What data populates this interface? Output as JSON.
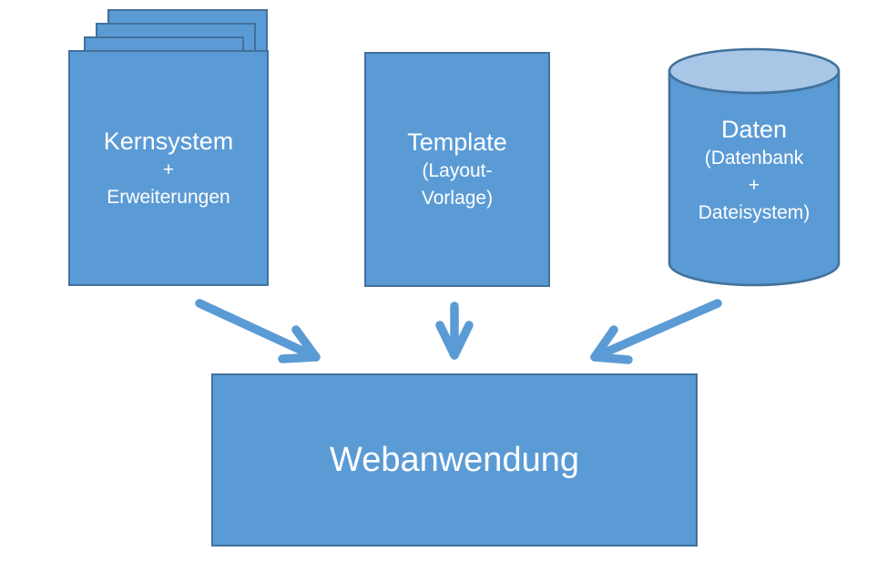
{
  "colors": {
    "shape_fill": "#5b9bd5",
    "shape_border": "#41719c",
    "cylinder_top_fill": "#a8c7e7",
    "arrow": "#5b9bd5",
    "text": "#ffffff",
    "background": "#ffffff"
  },
  "nodes": {
    "kernsystem": {
      "shape": "stacked-documents",
      "title": "Kernsystem",
      "line2": "+",
      "line3": "Erweiterungen"
    },
    "template": {
      "shape": "rectangle",
      "title": "Template",
      "line2": "(Layout-",
      "line3": "Vorlage)"
    },
    "daten": {
      "shape": "database-cylinder",
      "title": "Daten",
      "line2": "(Datenbank",
      "line3": "+",
      "line4": "Dateisystem)"
    },
    "webanwendung": {
      "shape": "rectangle",
      "title": "Webanwendung"
    }
  },
  "edges": [
    {
      "from": "kernsystem",
      "to": "webanwendung",
      "style": "arrow"
    },
    {
      "from": "template",
      "to": "webanwendung",
      "style": "arrow"
    },
    {
      "from": "daten",
      "to": "webanwendung",
      "style": "arrow"
    }
  ]
}
